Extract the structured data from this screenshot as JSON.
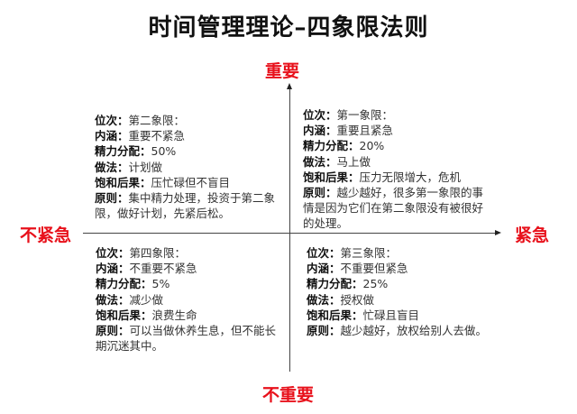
{
  "title": "时间管理理论–四象限法则",
  "axes": {
    "top": "重要",
    "bottom": "不重要",
    "left": "不紧急",
    "right": "紧急",
    "label_color": "#e8111b"
  },
  "field_labels": {
    "position": "位次：",
    "meaning": "内涵：",
    "energy": "精力分配：",
    "method": "做法：",
    "consequence": "饱和后果：",
    "principle": "原则："
  },
  "quadrants": {
    "q2": {
      "position": "第二象限：",
      "meaning": "重要不紧急",
      "energy": "50%",
      "method": "计划做",
      "consequence": "压忙碌但不盲目",
      "principle": "集中精力处理，投资于第二象限，做好计划，先紧后松。"
    },
    "q1": {
      "position": "第一象限：",
      "meaning": "重要且紧急",
      "energy": "20%",
      "method": "马上做",
      "consequence": "压力无限增大，危机",
      "principle": "越少越好，很多第一象限的事情是因为它们在第二象限没有被很好的处理。"
    },
    "q4": {
      "position": "第四象限：",
      "meaning": "不重要不紧急",
      "energy": "5%",
      "method": "减少做",
      "consequence": "浪费生命",
      "principle": "可以当做休养生息，但不能长期沉迷其中。"
    },
    "q3": {
      "position": "第三象限：",
      "meaning": "不重要但紧急",
      "energy": "25%",
      "method": "授权做",
      "consequence": "忙碌且盲目",
      "principle": "越少越好，放权给别人去做。"
    }
  }
}
